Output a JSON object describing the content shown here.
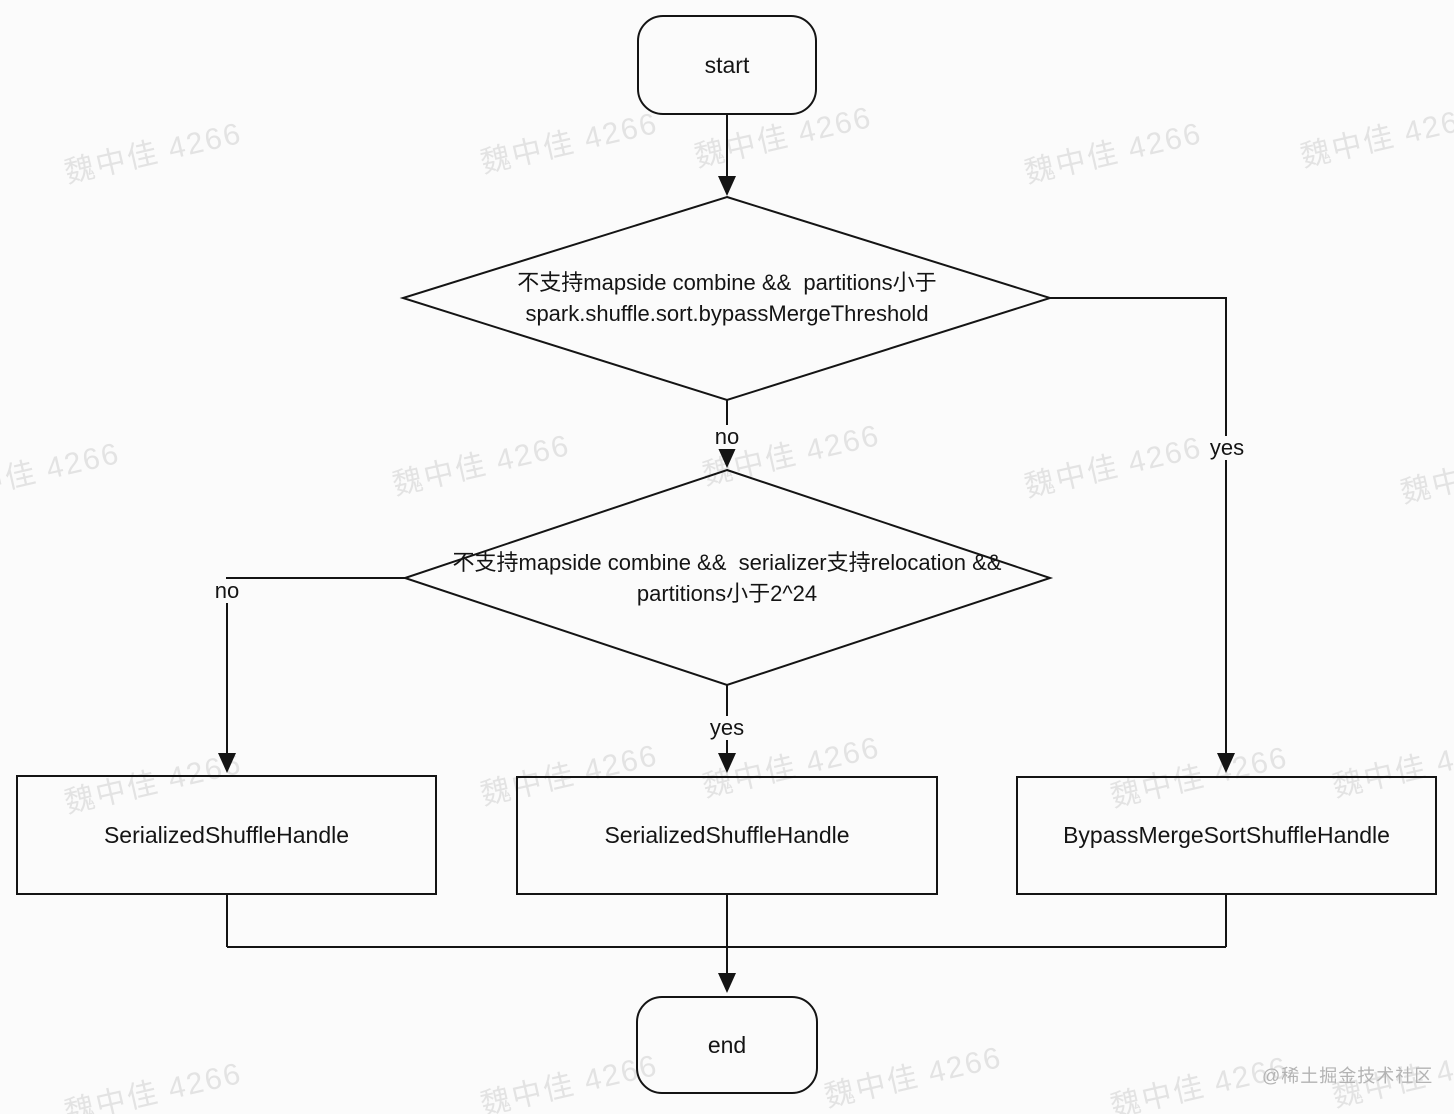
{
  "page": {
    "background": "#fbfbfb",
    "stroke_color": "#141414",
    "watermark_text": "魏中佳 4266",
    "attribution": "@稀土掘金技术社区"
  },
  "flowchart": {
    "nodes": {
      "start": {
        "label": "start"
      },
      "decision1": {
        "line1": "不支持mapside combine &&  partitions小于",
        "line2": "spark.shuffle.sort.bypassMergeThreshold"
      },
      "decision2": {
        "line1": "不支持mapside combine &&  serializer支持relocation &&",
        "line2": "partitions小于2^24"
      },
      "result_left": {
        "label": "SerializedShuffleHandle"
      },
      "result_middle": {
        "label": "SerializedShuffleHandle"
      },
      "result_right": {
        "label": "BypassMergeSortShuffleHandle"
      },
      "end": {
        "label": "end"
      }
    },
    "edge_labels": {
      "decision1_no": "no",
      "decision1_yes": "yes",
      "decision2_no": "no",
      "decision2_yes": "yes"
    }
  }
}
